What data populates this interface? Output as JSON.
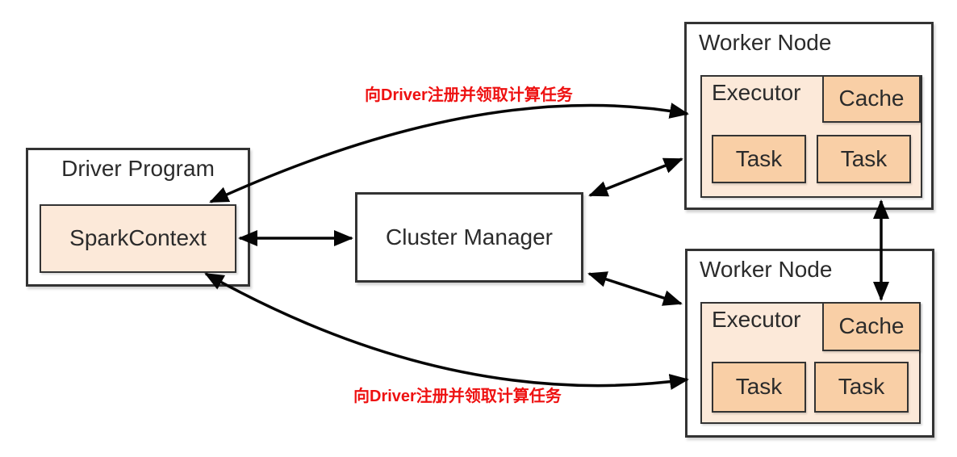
{
  "colors": {
    "canvas_bg": "#ffffff",
    "box_border": "#333333",
    "fill_white": "#ffffff",
    "fill_light_peach": "#fce9d9",
    "fill_peach": "#f9cfa6",
    "arrow_black": "#050505",
    "annotation_red": "#ee1111",
    "label_text": "#2b2b2b"
  },
  "driver": {
    "label": "Driver Program",
    "spark_context": "SparkContext"
  },
  "cluster_manager": {
    "label": "Cluster Manager"
  },
  "workers": [
    {
      "label": "Worker Node",
      "executor": "Executor",
      "cache": "Cache",
      "tasks": [
        "Task",
        "Task"
      ]
    },
    {
      "label": "Worker Node",
      "executor": "Executor",
      "cache": "Cache",
      "tasks": [
        "Task",
        "Task"
      ]
    }
  ],
  "annotations": [
    {
      "position": "top",
      "text": "向Driver注册并领取计算任务"
    },
    {
      "position": "bottom",
      "text": "向Driver注册并领取计算任务"
    }
  ]
}
